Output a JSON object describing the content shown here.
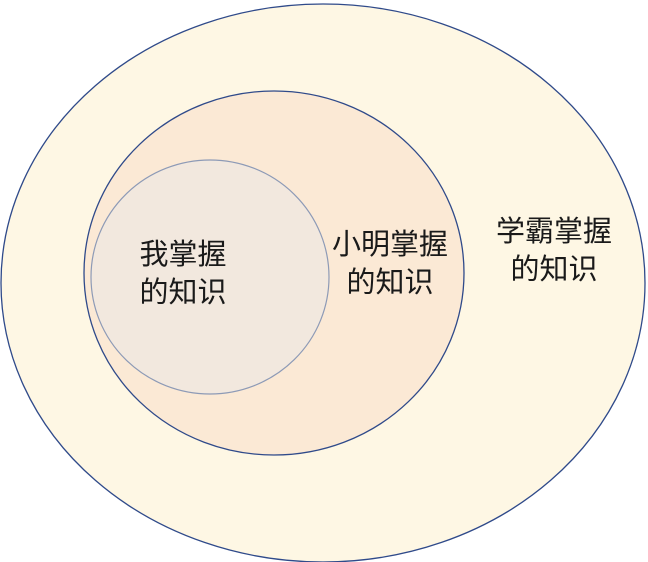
{
  "diagram": {
    "type": "nested-circles",
    "colors": {
      "outer_fill": "#fef7e4",
      "outer_stroke": "#2f4a8a",
      "middle_fill": "#fbe9d5",
      "middle_stroke": "#2f4a8a",
      "inner_fill": "#f2e8de",
      "inner_stroke": "#8d9ab6",
      "text": "#1a1a1a"
    },
    "circles": [
      {
        "id": "outer",
        "label_line1": "学霸掌握",
        "label_line2": "的知识"
      },
      {
        "id": "middle",
        "label_line1": "小明掌握",
        "label_line2": "的知识"
      },
      {
        "id": "inner",
        "label_line1": "我掌握",
        "label_line2": "的知识"
      }
    ]
  }
}
